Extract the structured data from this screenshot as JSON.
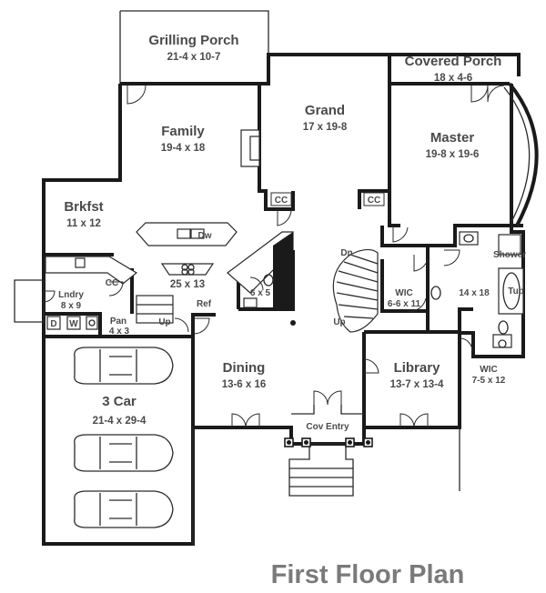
{
  "title": "First Floor Plan",
  "rooms": {
    "grilling_porch": {
      "name": "Grilling Porch",
      "dims": "21-4 x 10-7"
    },
    "covered_porch": {
      "name": "Covered Porch",
      "dims": "18 x 4-6"
    },
    "grand": {
      "name": "Grand",
      "dims": "17 x 19-8"
    },
    "family": {
      "name": "Family",
      "dims": "19-4 x 18"
    },
    "master": {
      "name": "Master",
      "dims": "19-8 x 19-6"
    },
    "brkfst": {
      "name": "Brkfst",
      "dims": "11 x 12"
    },
    "kitchen": {
      "dims": "25 x 13"
    },
    "lndry": {
      "name": "Lndry",
      "dims": "8 x 9"
    },
    "pan": {
      "name": "Pan",
      "dims": "4 x 3"
    },
    "bath_small": {
      "dims": "6 x 5"
    },
    "wic_left": {
      "name": "WIC",
      "dims": "6-6 x 11"
    },
    "master_bath": {
      "dims": "14 x 18"
    },
    "dining": {
      "name": "Dining",
      "dims": "13-6 x 16"
    },
    "library": {
      "name": "Library",
      "dims": "13-7 x 13-4"
    },
    "wic_right": {
      "name": "WIC",
      "dims": "7-5 x 12"
    },
    "garage": {
      "name": "3 Car",
      "dims": "21-4 x 29-4"
    },
    "cov_entry": {
      "name": "Cov Entry"
    }
  },
  "labels": {
    "cc1": "CC",
    "cc2": "CC",
    "cc3": "CC",
    "dw": "Dw",
    "ref": "Ref",
    "dn": "Dn",
    "up1": "Up",
    "up2": "Up",
    "shower": "Shower",
    "tub": "Tub",
    "washer": "W",
    "dryer": "D"
  }
}
